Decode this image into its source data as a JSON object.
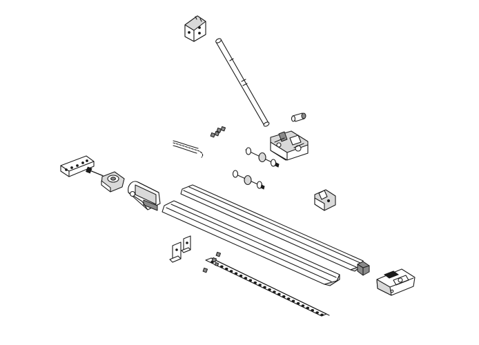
{
  "figure": {
    "background": "#ffffff",
    "line_color": "#1a1a1a",
    "shade_color": "#d9d9d9",
    "dark_shade_color": "#8a8a8a"
  },
  "parts": [
    "top-wall-bracket",
    "door-arm",
    "arm-pin",
    "trolley-carriage",
    "small-nuts",
    "drive-chain",
    "idler-shaft",
    "tension-shaft",
    "header-bracket",
    "tensioner-bolt",
    "chain-pulley",
    "motor-coupler",
    "rail-upper",
    "rail-lower",
    "hanging-clip",
    "angle-brackets",
    "perforated-strap",
    "strap-nuts",
    "end-stop",
    "motor-head-unit"
  ]
}
